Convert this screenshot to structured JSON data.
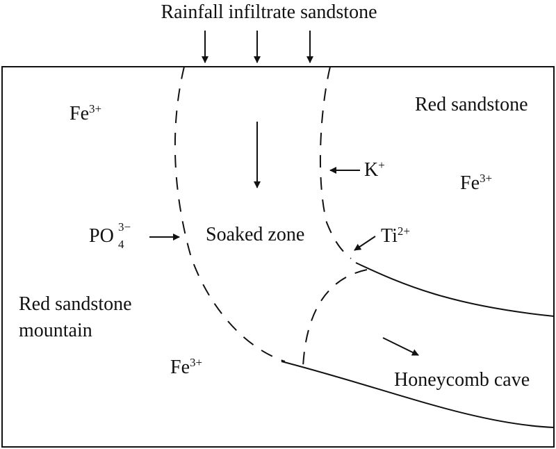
{
  "labels": {
    "rainfall": "Rainfall infiltrate sandstone",
    "red_sandstone": "Red sandstone",
    "soaked_zone": "Soaked zone",
    "mountain_line1": "Red sandstone",
    "mountain_line2": "mountain",
    "honeycomb_cave": "Honeycomb cave"
  },
  "ions": {
    "fe_top_left": {
      "base": "Fe",
      "charge": "3+"
    },
    "fe_right": {
      "base": "Fe",
      "charge": "3+"
    },
    "fe_bottom": {
      "base": "Fe",
      "charge": "3+"
    },
    "potassium": {
      "base": "K",
      "charge": "+"
    },
    "titanium": {
      "base": "Ti",
      "charge": "2+"
    },
    "phosphate": {
      "base": "PO",
      "charge": "3−",
      "subscript": "4"
    }
  },
  "colors": {
    "ink": "#111111",
    "background": "#ffffff"
  }
}
